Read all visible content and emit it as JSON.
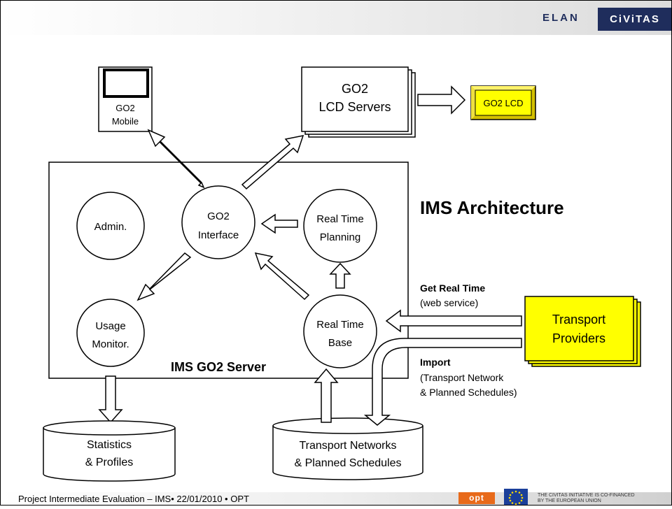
{
  "header": {
    "brand_left": "ELAN",
    "brand_right": "CiViTAS"
  },
  "title": "IMS Architecture",
  "diagram": {
    "mobile": [
      "GO2",
      "Mobile"
    ],
    "lcd_servers": [
      "GO2",
      "LCD Servers"
    ],
    "lcd": "GO2 LCD",
    "server_label": "IMS GO2 Server",
    "admin": "Admin.",
    "interface": [
      "GO2",
      "Interface"
    ],
    "planning": [
      "Real Time",
      "Planning"
    ],
    "usage": [
      "Usage",
      "Monitor."
    ],
    "base": [
      "Real Time",
      "Base"
    ],
    "providers": [
      "Transport",
      "Providers"
    ],
    "statistics": [
      "Statistics",
      "& Profiles"
    ],
    "networks": [
      "Transport Networks",
      "& Planned Schedules"
    ],
    "get_real_time": "Get Real Time",
    "web_service": "(web service)",
    "import": "Import",
    "import_detail": [
      "(Transport Network",
      "& Planned Schedules)"
    ]
  },
  "footer": {
    "text": "Project Intermediate Evaluation – IMS• 22/01/2010 • OPT",
    "opt_logo": "opt",
    "eu_text": [
      "THE CIVITAS INITIATIVE IS CO-FINANCED",
      "BY THE EUROPEAN UNION"
    ]
  },
  "colors": {
    "highlight": "#ffff00",
    "brand": "#1f2d5c"
  }
}
